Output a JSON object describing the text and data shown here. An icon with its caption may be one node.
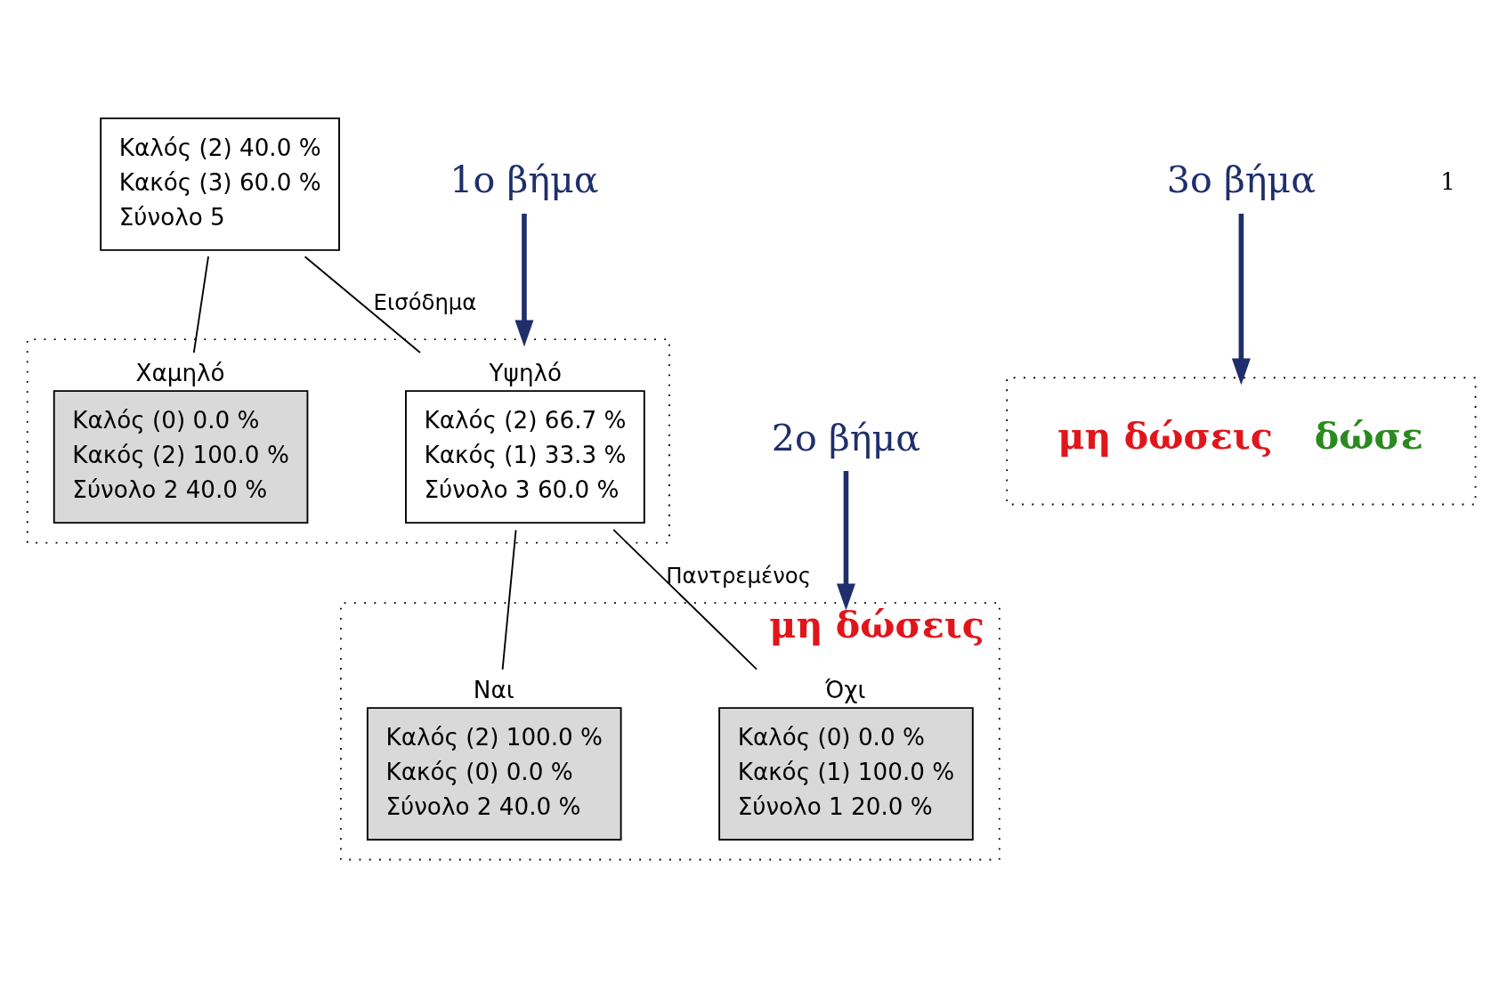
{
  "diagram": {
    "nodes": [
      {
        "text": [
          "Καλός (2) 40.0 %",
          "Κακός (3) 60.0 %",
          "Σύνολο 5"
        ]
      },
      {
        "text": [],
        "shape": "box"
      },
      {
        "text": [
          "Υψηλό",
          "Καλός (2) 66.7 %",
          "Κακός (1) 33.3 %",
          "Σύνολο 3 60.0 %"
        ],
        "in": 1
      },
      {
        "text": [
          "Χαμηλό",
          "Καλός (0) 0.0 %",
          "Κακός (2) 100.0 %",
          "Σύνολο 2 40.0 %"
        ],
        "in": 1
      },
      {
        "text": [
          "μη δώσεις"
        ]
      },
      {
        "text": [
          "Όχι",
          "Καλός (0) 0.0 %",
          "Κακός (1) 100.0 %",
          "Σύνολο 1 20.0 %"
        ],
        "in": 4
      },
      {
        "text": [
          "Ναι",
          "Καλός (2) 100.0 %",
          "Κακός (0) 0.0 %",
          "Σύνολο 2 40.0 %"
        ],
        "in": 4
      },
      {
        "text": [
          "μη δώσεις",
          "δώσε"
        ]
      },
      {
        "text": [
          "1ο βήμα"
        ]
      },
      {
        "text": [
          "2ο βήμα"
        ]
      },
      {
        "text": [
          "3ο βήμα"
        ]
      }
    ],
    "edges": [
      {
        "from": 0,
        "to": 2,
        "arrow": "none",
        "label": "Εισόδημα"
      },
      {
        "from": 0,
        "to": 3,
        "arrow": "none"
      },
      {
        "from": 2,
        "to": 5,
        "arrow": "none",
        "label": "Παντρεμένος"
      },
      {
        "from": 2,
        "to": 6,
        "arrow": "none"
      },
      {
        "from": 8,
        "to": 1,
        "arrow": "to",
        "style": "thick",
        "color": "#1f2f6b"
      },
      {
        "from": 9,
        "to": 4,
        "arrow": "to",
        "style": "thick",
        "color": "#1f2f6b"
      },
      {
        "from": 10,
        "to": 7,
        "arrow": "to",
        "style": "thick",
        "color": "#1f2f6b"
      }
    ],
    "labels": [
      "1"
    ]
  }
}
